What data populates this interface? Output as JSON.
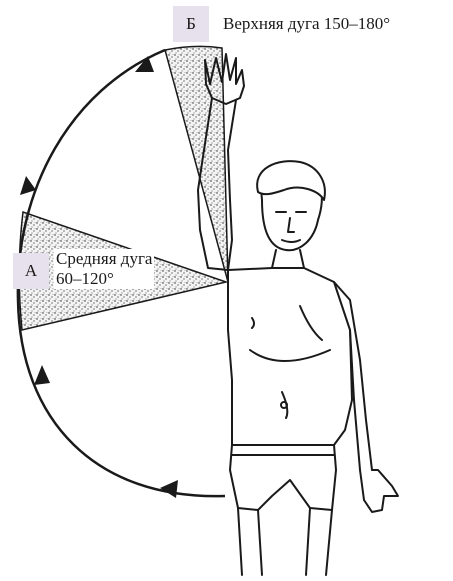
{
  "labels": {
    "upper": "Б",
    "middle": "А"
  },
  "captions": {
    "upper_arc": "Верхняя дуга 150–180°",
    "middle_arc_line1": "Средняя дуга",
    "middle_arc_line2": "60–120°"
  },
  "colors": {
    "label_background": "#e6e1ec",
    "ink": "#1a1a1a"
  },
  "icons": {
    "arrow": "arrowhead-icon"
  }
}
